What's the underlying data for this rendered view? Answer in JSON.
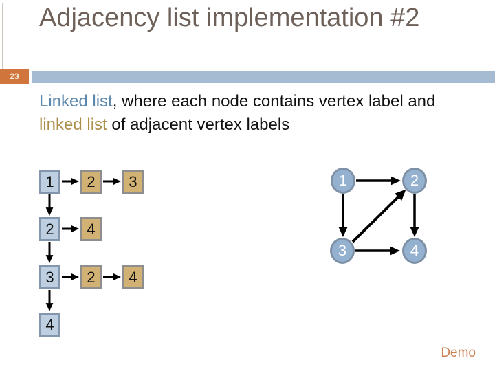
{
  "slide": {
    "page_number": "23",
    "title": "Adjacency list implementation #2",
    "body": {
      "seg1": "Linked list",
      "seg2": ", where each node contains vertex label and ",
      "seg3": "linked list",
      "seg4": " of adjacent vertex labels"
    },
    "demo_label": "Demo"
  },
  "colors": {
    "title_text": "#6e6159",
    "title_bar": "#a4bbd2",
    "page_number_bg": "#d0753b",
    "body_highlight_blue": "#5d88ae",
    "body_highlight_gold": "#ac8e4b",
    "list_head_fill": "#bdcfe1",
    "list_head_border": "#8496ae",
    "list_item_fill": "#d2b274",
    "list_item_border": "#8e8e8e",
    "graph_node_fill": "#95b1d0",
    "graph_node_border": "#7e90a6",
    "arrow": "#000000",
    "demo_link": "#cd7f50"
  },
  "adjacency_list": {
    "rows": [
      {
        "vertex": "1",
        "neighbors": [
          "2",
          "3"
        ]
      },
      {
        "vertex": "2",
        "neighbors": [
          "4"
        ]
      },
      {
        "vertex": "3",
        "neighbors": [
          "2",
          "4"
        ]
      },
      {
        "vertex": "4",
        "neighbors": []
      }
    ]
  },
  "graph": {
    "nodes": [
      "1",
      "2",
      "3",
      "4"
    ],
    "edges": [
      [
        "1",
        "2"
      ],
      [
        "1",
        "3"
      ],
      [
        "3",
        "2"
      ],
      [
        "2",
        "4"
      ],
      [
        "3",
        "4"
      ]
    ]
  }
}
